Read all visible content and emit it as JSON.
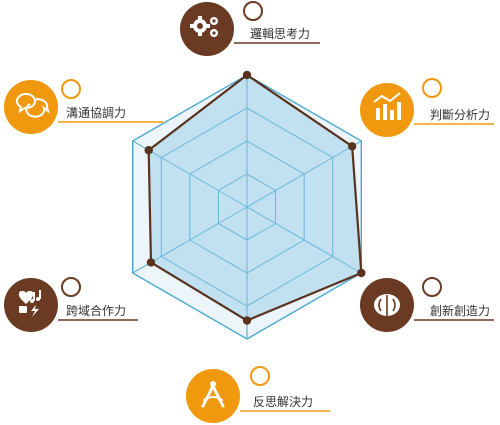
{
  "chart_data": {
    "type": "radar",
    "title": "",
    "max": 10,
    "levels": 4,
    "grid": true,
    "axes": [
      {
        "label": "邏輯思考力",
        "value": 10,
        "color": "#6b3a22",
        "icon": "gears-icon"
      },
      {
        "label": "判斷分析力",
        "value": 9.2,
        "color": "#f0990f",
        "icon": "bar-chart-icon"
      },
      {
        "label": "創新創造力",
        "value": 10,
        "color": "#6b3a22",
        "icon": "brain-icon"
      },
      {
        "label": "反思解決力",
        "value": 8.6,
        "color": "#f0990f",
        "icon": "compass-icon"
      },
      {
        "label": "跨域合作力",
        "value": 8.4,
        "color": "#6b3a22",
        "icon": "collaboration-icon"
      },
      {
        "label": "溝通協調力",
        "value": 8.6,
        "color": "#f0990f",
        "icon": "chat-bubbles-icon"
      }
    ],
    "colors": {
      "grid": "#4aa8cf",
      "fill": "#8ecae6",
      "line": "#5a3320",
      "brown": "#6b3a22",
      "orange": "#f0990f"
    }
  }
}
